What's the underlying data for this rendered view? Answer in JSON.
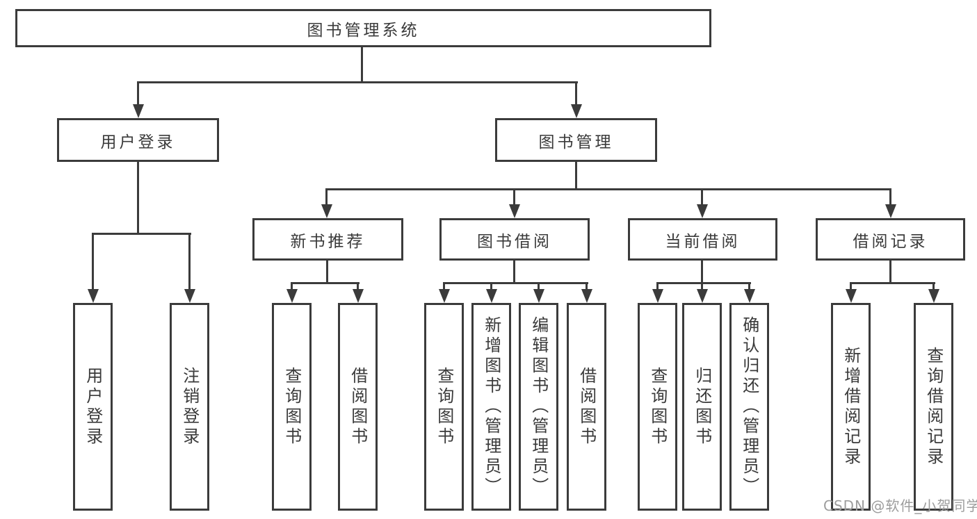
{
  "diagram": {
    "root": {
      "label": "图书管理系统"
    },
    "level2": {
      "user_login": {
        "label": "用户登录"
      },
      "book_mgmt": {
        "label": "图书管理"
      }
    },
    "level3": {
      "new_rec": {
        "label": "新书推荐"
      },
      "borrow": {
        "label": "图书借阅"
      },
      "current": {
        "label": "当前借阅"
      },
      "records": {
        "label": "借阅记录"
      }
    },
    "level4": {
      "login": {
        "label": "用户登录"
      },
      "logout": {
        "label": "注销登录"
      },
      "rec_query": {
        "label": "查询图书"
      },
      "rec_borrow": {
        "label": "借阅图书"
      },
      "bb_query": {
        "label": "查询图书"
      },
      "bb_add": {
        "label": "新增图书（管理员）"
      },
      "bb_edit": {
        "label": "编辑图书（管理员）"
      },
      "bb_borrow": {
        "label": "借阅图书"
      },
      "cb_query": {
        "label": "查询图书"
      },
      "cb_return": {
        "label": "归还图书"
      },
      "cb_confirm": {
        "label": "确认归还（管理员）"
      },
      "br_add": {
        "label": "新增借阅记录"
      },
      "br_query": {
        "label": "查询借阅记录"
      }
    }
  },
  "watermark": {
    "text": "CSDN @软件_小贺同学"
  },
  "colors": {
    "stroke": "#3b3b3b",
    "watermark_gray": "#9d9d9d",
    "background": "#ffffff"
  }
}
